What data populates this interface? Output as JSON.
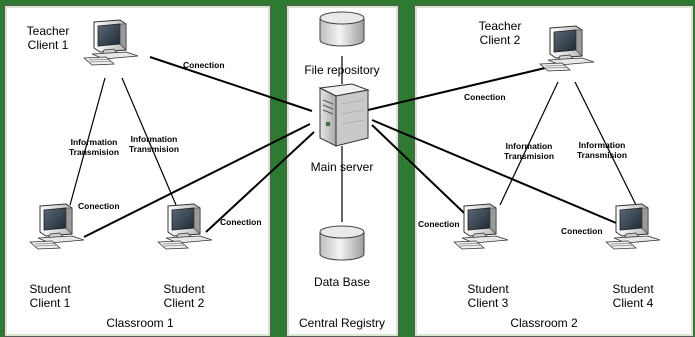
{
  "colors": {
    "frame": "#2f7a32",
    "panel": "#ffffff",
    "line": "#000000"
  },
  "panels": [
    {
      "key": "classroom1",
      "label": "Classroom 1"
    },
    {
      "key": "central",
      "label": "Central Registry"
    },
    {
      "key": "classroom2",
      "label": "Classroom 2"
    }
  ],
  "nodes": {
    "teacher1": {
      "line1": "Teacher",
      "line2": "Client 1",
      "icon": "computer-icon"
    },
    "teacher2": {
      "line1": "Teacher",
      "line2": "Client 2",
      "icon": "computer-icon"
    },
    "student1": {
      "line1": "Student",
      "line2": "Client 1",
      "icon": "computer-icon"
    },
    "student2": {
      "line1": "Student",
      "line2": "Client 2",
      "icon": "computer-icon"
    },
    "student3": {
      "line1": "Student",
      "line2": "Client 3",
      "icon": "computer-icon"
    },
    "student4": {
      "line1": "Student",
      "line2": "Client 4",
      "icon": "computer-icon"
    },
    "server": {
      "label": "Main server",
      "icon": "server-icon"
    },
    "file_repo": {
      "label": "File repository",
      "icon": "database-icon"
    },
    "database": {
      "label": "Data Base",
      "icon": "database-icon"
    }
  },
  "edge_labels": {
    "conection": "Conection",
    "info_line1": "Information",
    "info_line2": "Transmision"
  }
}
